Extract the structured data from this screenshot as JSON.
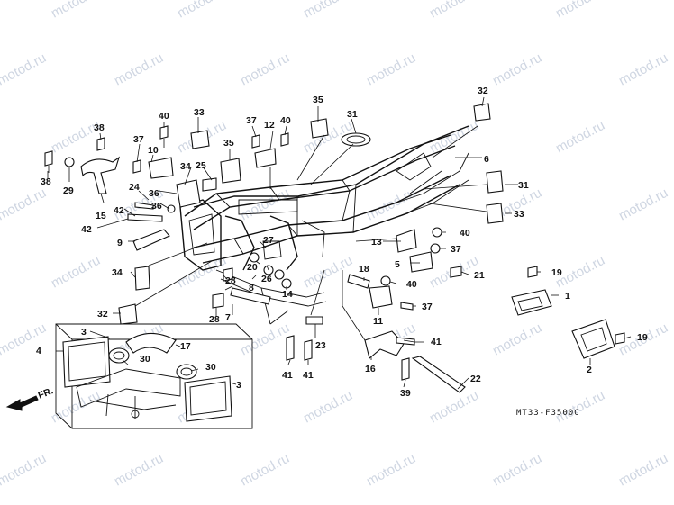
{
  "watermark": "motod.ru",
  "diagram_code": "MT33-F3500C",
  "direction_label": "FR.",
  "callouts": [
    "1",
    "2",
    "3",
    "4",
    "5",
    "6",
    "7",
    "8",
    "9",
    "10",
    "11",
    "12",
    "13",
    "14",
    "15",
    "16",
    "17",
    "18",
    "19",
    "20",
    "21",
    "22",
    "23",
    "24",
    "25",
    "26",
    "27",
    "28",
    "29",
    "30",
    "31",
    "32",
    "33",
    "34",
    "35",
    "36",
    "37",
    "38",
    "39",
    "40",
    "41",
    "42"
  ]
}
